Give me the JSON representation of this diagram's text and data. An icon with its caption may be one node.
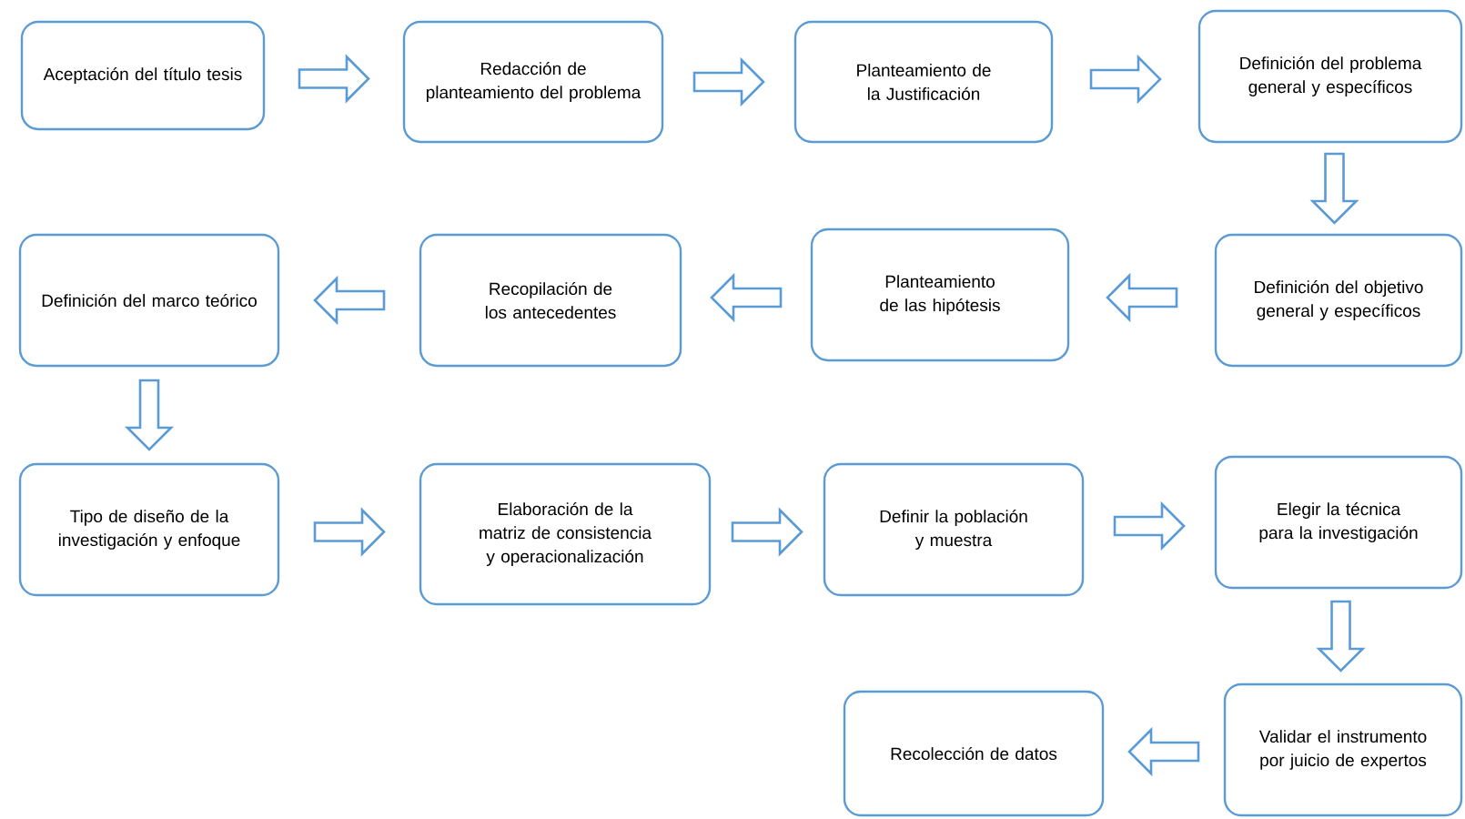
{
  "diagram": {
    "nodes": [
      {
        "text": [
          "Aceptación del título tesis"
        ]
      },
      {
        "text": [
          "Redacción de planteamiento del problema"
        ]
      },
      {
        "text": [
          "Planteamiento de la Justificación"
        ]
      },
      {
        "text": [
          "Definición del problema general y específicos"
        ]
      },
      {
        "text": [
          "Definición del objetivo general y específicos"
        ]
      },
      {
        "text": [
          "Planteamiento de las hipótesis"
        ]
      },
      {
        "text": [
          "Recopilación de los antecedentes"
        ]
      },
      {
        "text": [
          "Definición del marco teórico"
        ]
      },
      {
        "text": [
          "Tipo de diseño de la investigación y enfoque"
        ]
      },
      {
        "text": [
          "Elaboración de la matriz de consistencia y operacionalización"
        ]
      },
      {
        "text": [
          "Definir la población y muestra"
        ]
      },
      {
        "text": [
          "Elegir la técnica para la investigación"
        ]
      },
      {
        "text": [
          "Validar el instrumento por juicio de expertos"
        ]
      },
      {
        "text": [
          "Recolección de datos"
        ]
      }
    ],
    "edges": [
      {
        "from": 0,
        "to": 1,
        "arrow": "to"
      },
      {
        "from": 1,
        "to": 2,
        "arrow": "to"
      },
      {
        "from": 2,
        "to": 3,
        "arrow": "to"
      },
      {
        "from": 3,
        "to": 4,
        "arrow": "to"
      },
      {
        "from": 4,
        "to": 5,
        "arrow": "to"
      },
      {
        "from": 5,
        "to": 6,
        "arrow": "to"
      },
      {
        "from": 6,
        "to": 7,
        "arrow": "to"
      },
      {
        "from": 7,
        "to": 8,
        "arrow": "to"
      },
      {
        "from": 8,
        "to": 9,
        "arrow": "to"
      },
      {
        "from": 9,
        "to": 10,
        "arrow": "to"
      },
      {
        "from": 10,
        "to": 11,
        "arrow": "to"
      },
      {
        "from": 11,
        "to": 12,
        "arrow": "to"
      },
      {
        "from": 12,
        "to": 13,
        "arrow": "to"
      }
    ]
  }
}
